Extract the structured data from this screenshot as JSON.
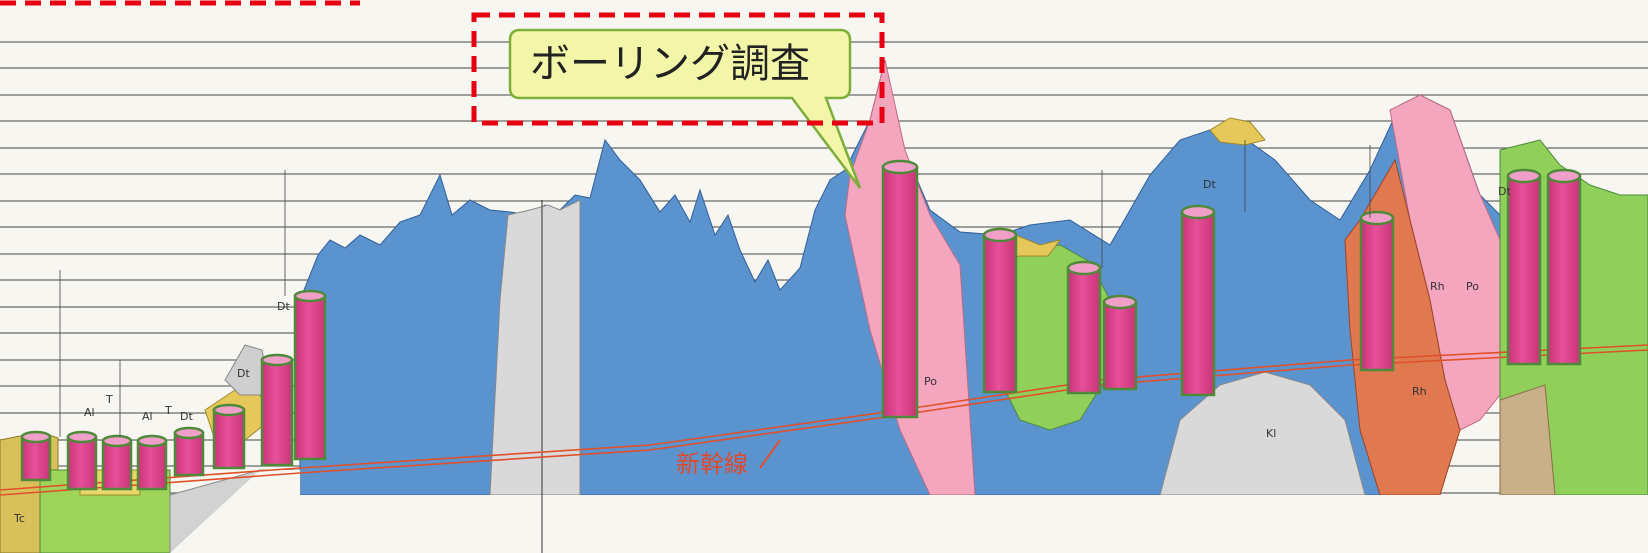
{
  "callout": {
    "label": "ボーリング調査"
  },
  "track": {
    "label": "新幹線"
  },
  "unit_labels": {
    "tc": "Tc",
    "al1": "Al",
    "t1": "T",
    "al2": "Al",
    "t2": "T",
    "dt1": "Dt",
    "dt2": "Dt",
    "dt3": "Dt",
    "po1": "Po",
    "po2": "Po",
    "rh1": "Rh",
    "rh2": "Rh",
    "kl": "Kl",
    "dt4": "Dt",
    "dt5": "Dt"
  },
  "colors": {
    "paper": "#f7f6f0",
    "rock_blue": "#5b93cf",
    "gray_intrusion": "#d9d9d9",
    "pink_unit": "#f4a6bf",
    "boring_column": "#e0458f",
    "boring_outline": "#4e8a3a",
    "green_unit": "#8fcf5a",
    "orange_unit": "#e07850",
    "yellow_unit": "#e6c85a",
    "track": "#e0502a",
    "highlight": "#e60012",
    "callout_fill": "#f3f6a8",
    "callout_stroke": "#7cae3c"
  }
}
